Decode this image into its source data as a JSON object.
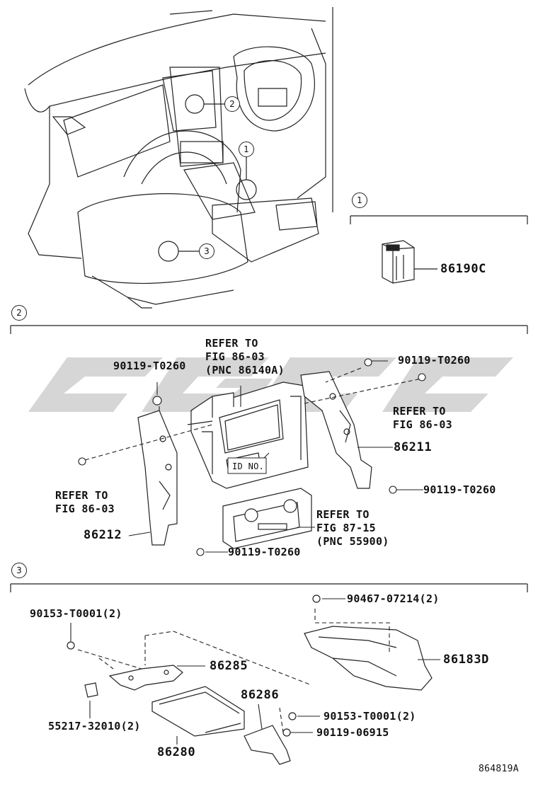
{
  "callouts": {
    "sec1": "1",
    "sec2": "2",
    "sec3": "3",
    "overview_1": "1",
    "overview_2": "2",
    "overview_3": "3"
  },
  "parts": {
    "p86190c": "86190C",
    "p90119_a": "90119-T0260",
    "p90119_b": "90119-T0260",
    "p90119_c": "90119-T0260",
    "p90119_d": "90119-T0260",
    "p86211": "86211",
    "p86212": "86212",
    "p90467": "90467-07214(2)",
    "p86183d": "86183D",
    "p90153_a": "90153-T0001(2)",
    "p86285": "86285",
    "p86286": "86286",
    "p90153_b": "90153-T0001(2)",
    "p90119_06915": "90119-06915",
    "p55217": "55217-32010(2)",
    "p86280": "86280"
  },
  "refs": {
    "ref_86_03_pnc": "REFER TO\nFIG 86-03\n(PNC 86140A)",
    "ref_86_03_right": "REFER TO\nFIG 86-03",
    "ref_86_03_left": "REFER TO\nFIG 86-03",
    "ref_87_15": "REFER TO\nFIG 87-15\n(PNC 55900)",
    "id_no": "ID NO."
  },
  "footer": {
    "figure_id": "864819A"
  },
  "watermark": {
    "color": "#c8c8c8"
  }
}
